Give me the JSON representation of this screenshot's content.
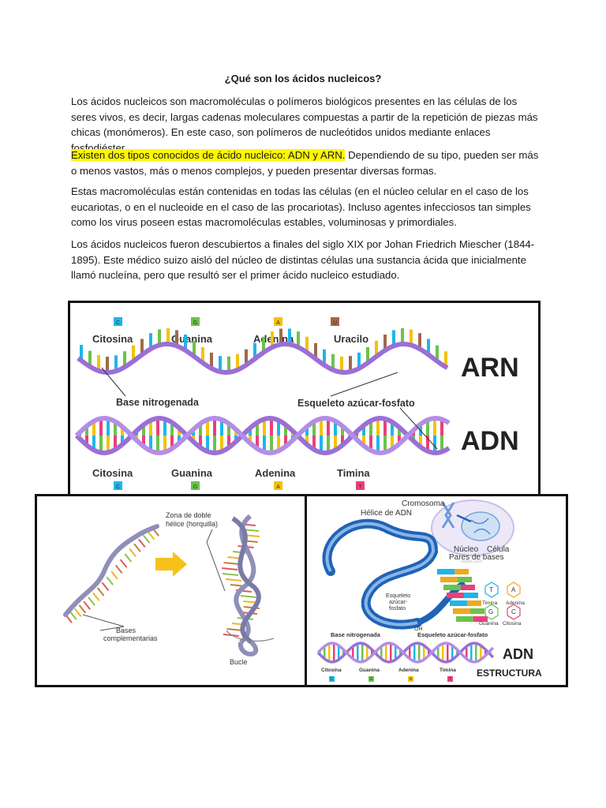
{
  "document": {
    "title": "¿Qué son los ácidos nucleicos?",
    "paragraphs": {
      "p1": "Los ácidos nucleicos son macromoléculas o polímeros biológicos presentes en las células de los seres vivos, es decir, largas cadenas moleculares compuestas a partir de la repetición de piezas más chicas (monómeros). En este caso, son polímeros de nucleótidos unidos mediante enlaces fosfodiéster.",
      "p2_highlight": "Existen dos tipos conocidos de ácido nucleico: ADN y ARN.",
      "p2_rest": " Dependiendo de su tipo, pueden ser más o menos vastos, más o menos complejos, y pueden presentar diversas formas.",
      "p3": "Estas macromoléculas están contenidas en todas las células (en el núcleo celular en el caso de los eucariotas, o en el nucleoide en el caso de las procariotas). Incluso agentes infecciosos tan simples como los virus poseen estas macromoléculas estables, voluminosas y primordiales.",
      "p4": "Los ácidos nucleicos fueron descubiertos a finales del siglo XIX por Johan Friedrich Miescher (1844-1895). Este médico suizo aisló del núcleo de distintas células una sustancia ácida que inicialmente llamó nucleína, pero que resultó ser el primer ácido nucleico estudiado."
    }
  },
  "arn_figure": {
    "top_labels": [
      "Citosina",
      "Guanina",
      "Adenina",
      "Uracilo"
    ],
    "top_letters": [
      "C",
      "G",
      "A",
      "U"
    ],
    "bottom_labels": [
      "Citosina",
      "Guanina",
      "Adenina",
      "Timina"
    ],
    "bottom_letters": [
      "C",
      "G",
      "A",
      "T"
    ],
    "base_label": "Base nitrogenada",
    "backbone_label": "Esqueleto azúcar-fosfato",
    "arn_title": "ARN",
    "adn_title": "ADN",
    "colors": {
      "citosina": "#1fb5e8",
      "guanina": "#6cc24a",
      "adenina": "#f4c20d",
      "uracilo": "#a0684a",
      "timina": "#e8417a",
      "backbone": "#9b6fd6"
    }
  },
  "hairpin_figure": {
    "zone_label_1": "Zona de doble",
    "zone_label_2": "hélice (horquilla)",
    "bases_label_1": "Bases",
    "bases_label_2": "complementarias",
    "loop_label": "Bucle"
  },
  "structure_figure": {
    "chromosome": "Cromosoma",
    "helix": "Hélice de ADN",
    "nucleus": "Núcleo",
    "cell": "Célula",
    "watermark": "feder.com",
    "base_pairs": "Pares de bases",
    "backbone_1": "Esqueleto",
    "backbone_2": "azúcar-",
    "backbone_3": "fosfato",
    "oh": "OH",
    "legend_timina": "Timina",
    "legend_adenina": "Adenina",
    "legend_guanina": "Guanina",
    "legend_citosina": "Citosina",
    "legend_t": "T",
    "legend_a": "A",
    "legend_g": "G",
    "legend_c": "C",
    "base_nitro": "Base nitrogenada",
    "backbone_label": "Esqueleto azúcar-fosfato",
    "adn": "ADN",
    "estructura": "ESTRUCTURA",
    "bottom_labels": [
      "Citosina",
      "Guanina",
      "Adenina",
      "Timina"
    ],
    "bottom_letters": [
      "C",
      "G",
      "A",
      "T"
    ]
  }
}
